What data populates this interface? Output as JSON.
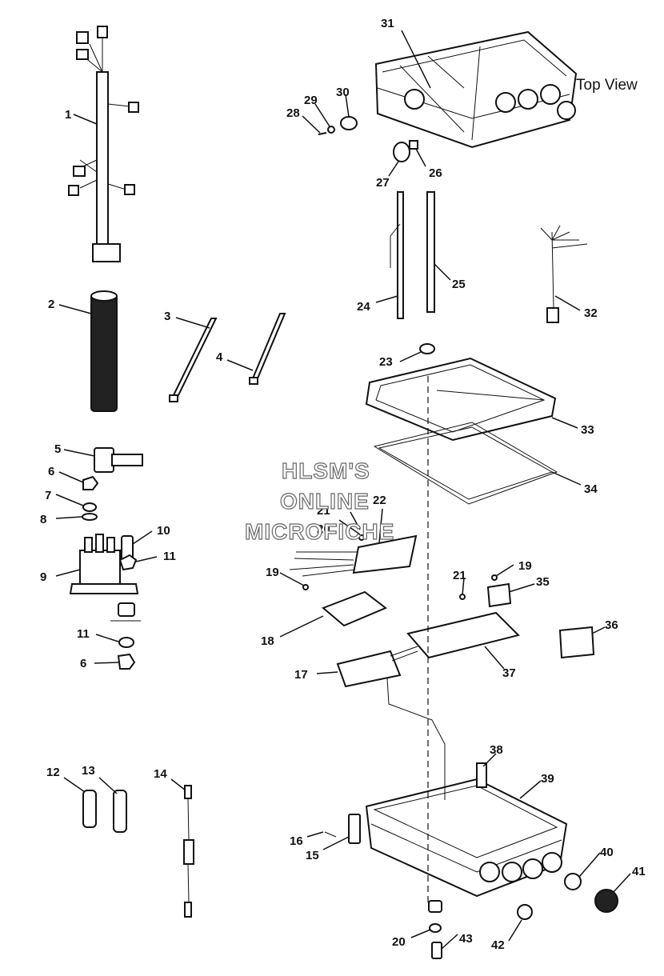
{
  "caption": "Top View",
  "watermark": [
    "HLSM'S",
    "ONLINE",
    "MICROFICHE"
  ],
  "callouts": [
    "1",
    "2",
    "3",
    "4",
    "5",
    "6",
    "7",
    "8",
    "9",
    "10",
    "11",
    "11",
    "6",
    "12",
    "13",
    "14",
    "16",
    "15",
    "17",
    "18",
    "19",
    "20",
    "21",
    "22",
    "21",
    "19",
    "35",
    "36",
    "37",
    "38",
    "39",
    "40",
    "41",
    "42",
    "20",
    "43",
    "23",
    "33",
    "34",
    "24",
    "25",
    "32",
    "27",
    "26",
    "28",
    "29",
    "30",
    "31"
  ]
}
